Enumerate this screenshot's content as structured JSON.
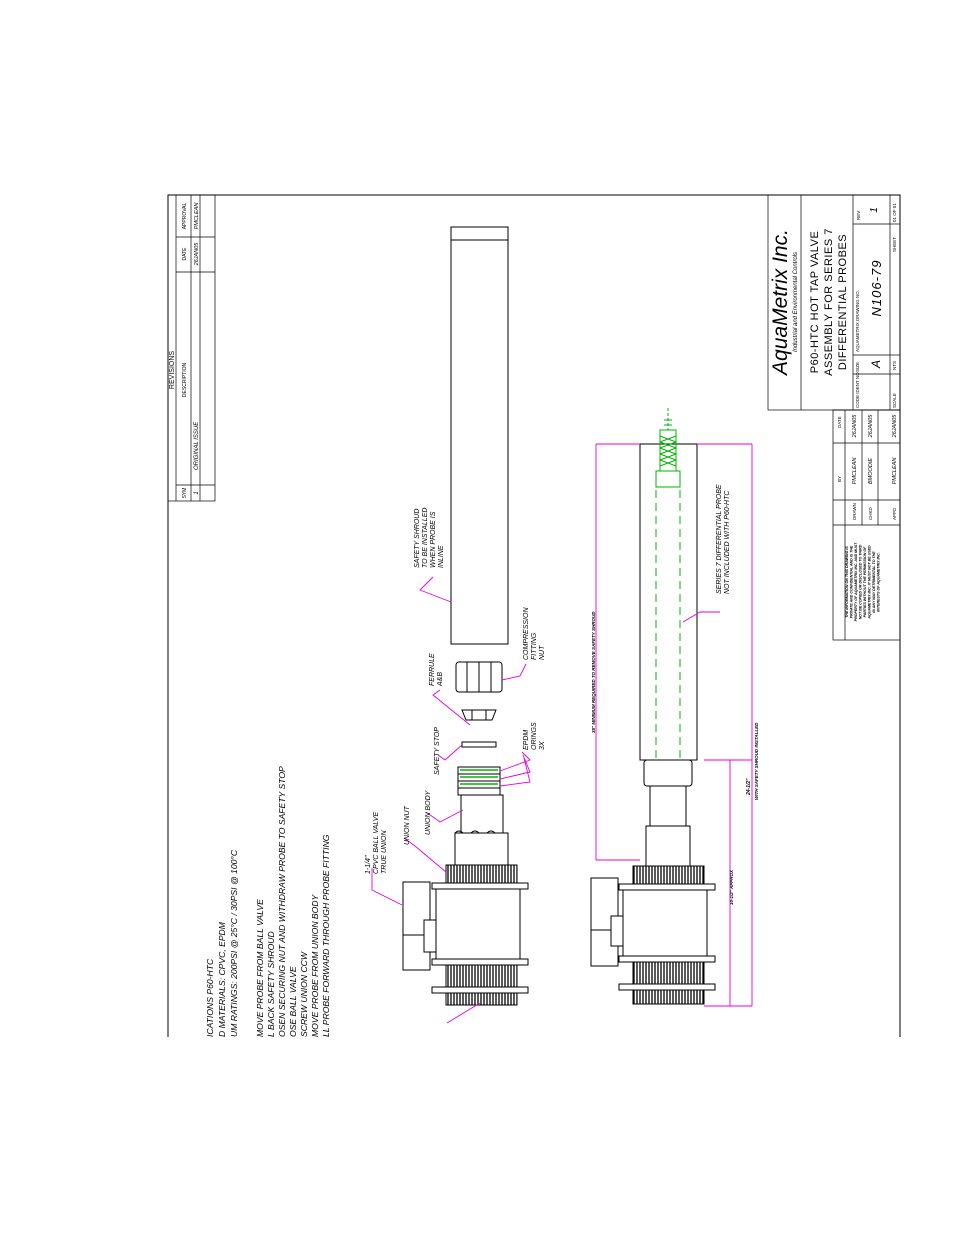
{
  "revisions": {
    "heading": "REVISIONS",
    "columns": {
      "sym": "SYM",
      "description": "DESCRIPTION",
      "date": "DATE",
      "approval": "APPROVAL"
    },
    "row": {
      "sym": "1",
      "description": "ORIGINAL ISSUE",
      "date": "26JAN05",
      "approval": "PMCLEAN"
    }
  },
  "title_block": {
    "company": "AquaMetrix Inc.",
    "tagline": "Industrial and Environmental Controls",
    "title_lines": [
      "P60-HTC HOT TAP VALVE",
      "ASSEMBLY FOR SERIES 7",
      "DIFFERENTIAL PROBES"
    ],
    "code_label": "CODE IDENT NO",
    "size_label": "SIZE",
    "size_value": "A",
    "drawing_no_label": "AQUAMETRIX DRAWING NO.",
    "drawing_no": "N106-79",
    "rev_label": "REV",
    "rev_value": "1",
    "scale_label": "SCALE",
    "scale_value": "NTS",
    "sheet_label": "SHEET",
    "sheet_value": "01 OF 01"
  },
  "approvals": {
    "by_label": "BY",
    "date_label": "DATE",
    "rows": [
      {
        "role": "DRAWN",
        "by": "PMCLEAN",
        "date": "26JAN05"
      },
      {
        "role": "CHKD",
        "by": "BMOODIE",
        "date": "26JAN05"
      },
      {
        "role": "APPD",
        "by": "PMCLEAN",
        "date": "26JAN05"
      }
    ]
  },
  "proprietary_notice": [
    "THE INFORMATION ON THIS DRAWING IS",
    "PRIVATE AND CONFIDENTIAL AND IS THE",
    "PROPERTY OF AQUAMETRIX INC. AND MUST",
    "NOT BE COPIED OR DISCLOSED TO THIRD",
    "PARTIES WITHOUT THE PERMISSION OF",
    "AQUAMETRIX INC. IT MUST NOT BE USED",
    "IN ANY WAY DETRIMENTAL TO THE",
    "INTERESTS OF AQUAMETRIX INC."
  ],
  "spec_notes": [
    "ICATIONS P60-HTC",
    "D MATERIALS: CPVC, EPDM",
    "UM RATINGS: 200PSI @ 25°C / 30PSI @ 100°C"
  ],
  "procedure_notes": [
    "MOVE PROBE FROM BALL VALVE",
    "L BACK SAFETY SHROUD",
    "OSEN SECURING NUT AND WITHDRAW PROBE TO SAFETY STOP",
    "OSE BALL VALVE",
    "SCREW UNION CCW",
    "MOVE PROBE FROM UNION BODY",
    "LL PROBE FORWARD THROUGH PROBE FITTING"
  ],
  "labels": {
    "safety_shroud": [
      "SAFETY SHROUD",
      "TO BE INSTALLED",
      "WHEN PROBE IS",
      "INLINE"
    ],
    "compression_fitting": [
      "COMPRESSION",
      "FITTING",
      "NUT"
    ],
    "ferrule": [
      "FERRULE",
      "A&B"
    ],
    "safety_stop": "SAFETY STOP",
    "epdm_orings": [
      "EPDM",
      "ORINGS",
      "3X"
    ],
    "union_body": "UNION BODY",
    "union_nut": "UNION NUT",
    "ball_valve": [
      "1-1/4\"",
      "CPVC BALL VALVE",
      "TRUE UNION"
    ],
    "series7_probe": [
      "SERIES 7 DIFFERENTIAL PROBE",
      "NOT INCLUDED WITH P60-HTC"
    ]
  },
  "dimensions": {
    "min_required": "35\" MINIMUM REQUIRED TO REMOVE SAFETY SHROUD",
    "installed_line1": "24-1/2\"",
    "installed_line2": "WITH SAFETY SHROUD INSTALLED",
    "approx": "10-1/2\" APPROX"
  },
  "colors": {
    "line": "#000000",
    "dimension": "#e400e4",
    "probe": "#00b400"
  }
}
